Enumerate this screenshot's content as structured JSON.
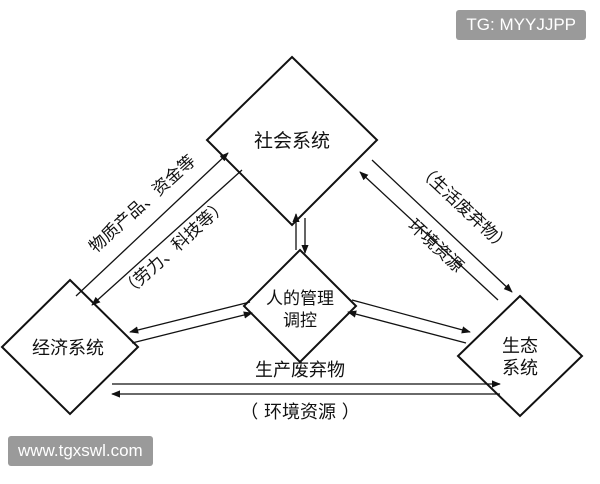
{
  "watermarks": {
    "top_right": "TG: MYYJJPP",
    "bottom_left": "www.tgxswl.com"
  },
  "nodes": {
    "society": "社会系统",
    "economy": "经济系统",
    "ecology_line1": "生态",
    "ecology_line2": "系统",
    "management_line1": "人的管理",
    "management_line2": "调控"
  },
  "edges": {
    "economy_to_society": "物质产品、资金等",
    "society_to_economy": "（劳力、科技等）",
    "society_to_ecology": "（生活废弃物）",
    "ecology_to_society": "环境资源",
    "economy_to_ecology": "生产废弃物",
    "ecology_to_economy": "（ 环境资源 ）"
  },
  "colors": {
    "ink": "#111111",
    "watermark_bg": "#9a9a9a"
  }
}
